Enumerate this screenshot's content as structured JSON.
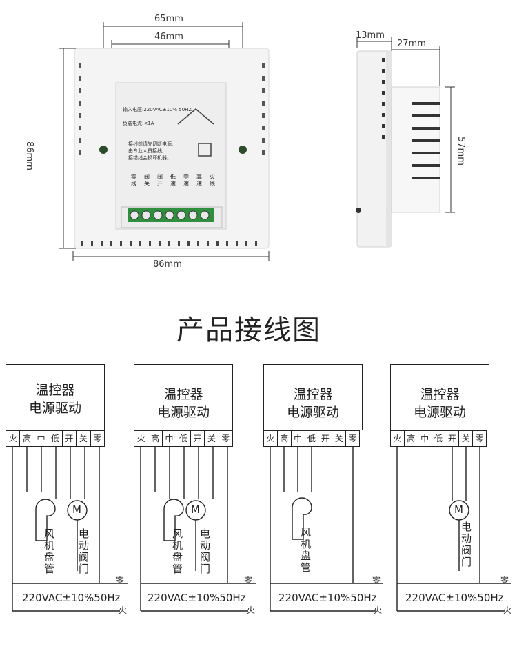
{
  "dimensions": {
    "front_outer_width": "65mm",
    "front_inner_width": "46mm",
    "front_height": "86mm",
    "front_bottom_width": "86mm",
    "side_plate_depth": "13mm",
    "side_body_depth": "27mm",
    "side_body_height": "57mm"
  },
  "device_label": {
    "line1": "输入电压:220VAC±10% 50HZ",
    "line2": "负载电流:<1A",
    "line3": "接线前请先切断电源,",
    "line4": "由专业人员接线,",
    "line5": "接错线会损坏机器。",
    "terminal_labels": [
      "零线",
      "阀关",
      "阀开",
      "低速",
      "中速",
      "高速",
      "火线"
    ]
  },
  "section_title": "产品接线图",
  "diagrams": [
    {
      "controller_line1": "温控器",
      "controller_line2": "电源驱动",
      "terminals": [
        "火",
        "高",
        "中",
        "低",
        "开",
        "关",
        "零"
      ],
      "fan_label": "风机盘管",
      "valve_label": "电动阀门",
      "valve_symbol": "M",
      "supply": "220VAC±10%50Hz",
      "neutral": "零",
      "live": "火"
    },
    {
      "controller_line1": "温控器",
      "controller_line2": "电源驱动",
      "terminals": [
        "火",
        "高",
        "中",
        "低",
        "开",
        "关",
        "零"
      ],
      "fan_label": "风机盘管",
      "valve_label": "电动阀门",
      "valve_symbol": "M",
      "supply": "220VAC±10%50Hz",
      "neutral": "零",
      "live": "火"
    },
    {
      "controller_line1": "温控器",
      "controller_line2": "电源驱动",
      "terminals": [
        "火",
        "高",
        "中",
        "低",
        "开",
        "关",
        "零"
      ],
      "fan_label": "风机盘管",
      "supply": "220VAC±10%50Hz",
      "neutral": "零",
      "live": "火"
    },
    {
      "controller_line1": "温控器",
      "controller_line2": "电源驱动",
      "terminals": [
        "火",
        "高",
        "中",
        "低",
        "开",
        "关",
        "零"
      ],
      "valve_label": "电动阀门",
      "valve_symbol": "M",
      "supply": "220VAC±10%50Hz",
      "neutral": "零",
      "live": "火"
    }
  ],
  "colors": {
    "line": "#222222",
    "housing": "#f4f4f4",
    "terminal_green": "#2f8f3f"
  }
}
